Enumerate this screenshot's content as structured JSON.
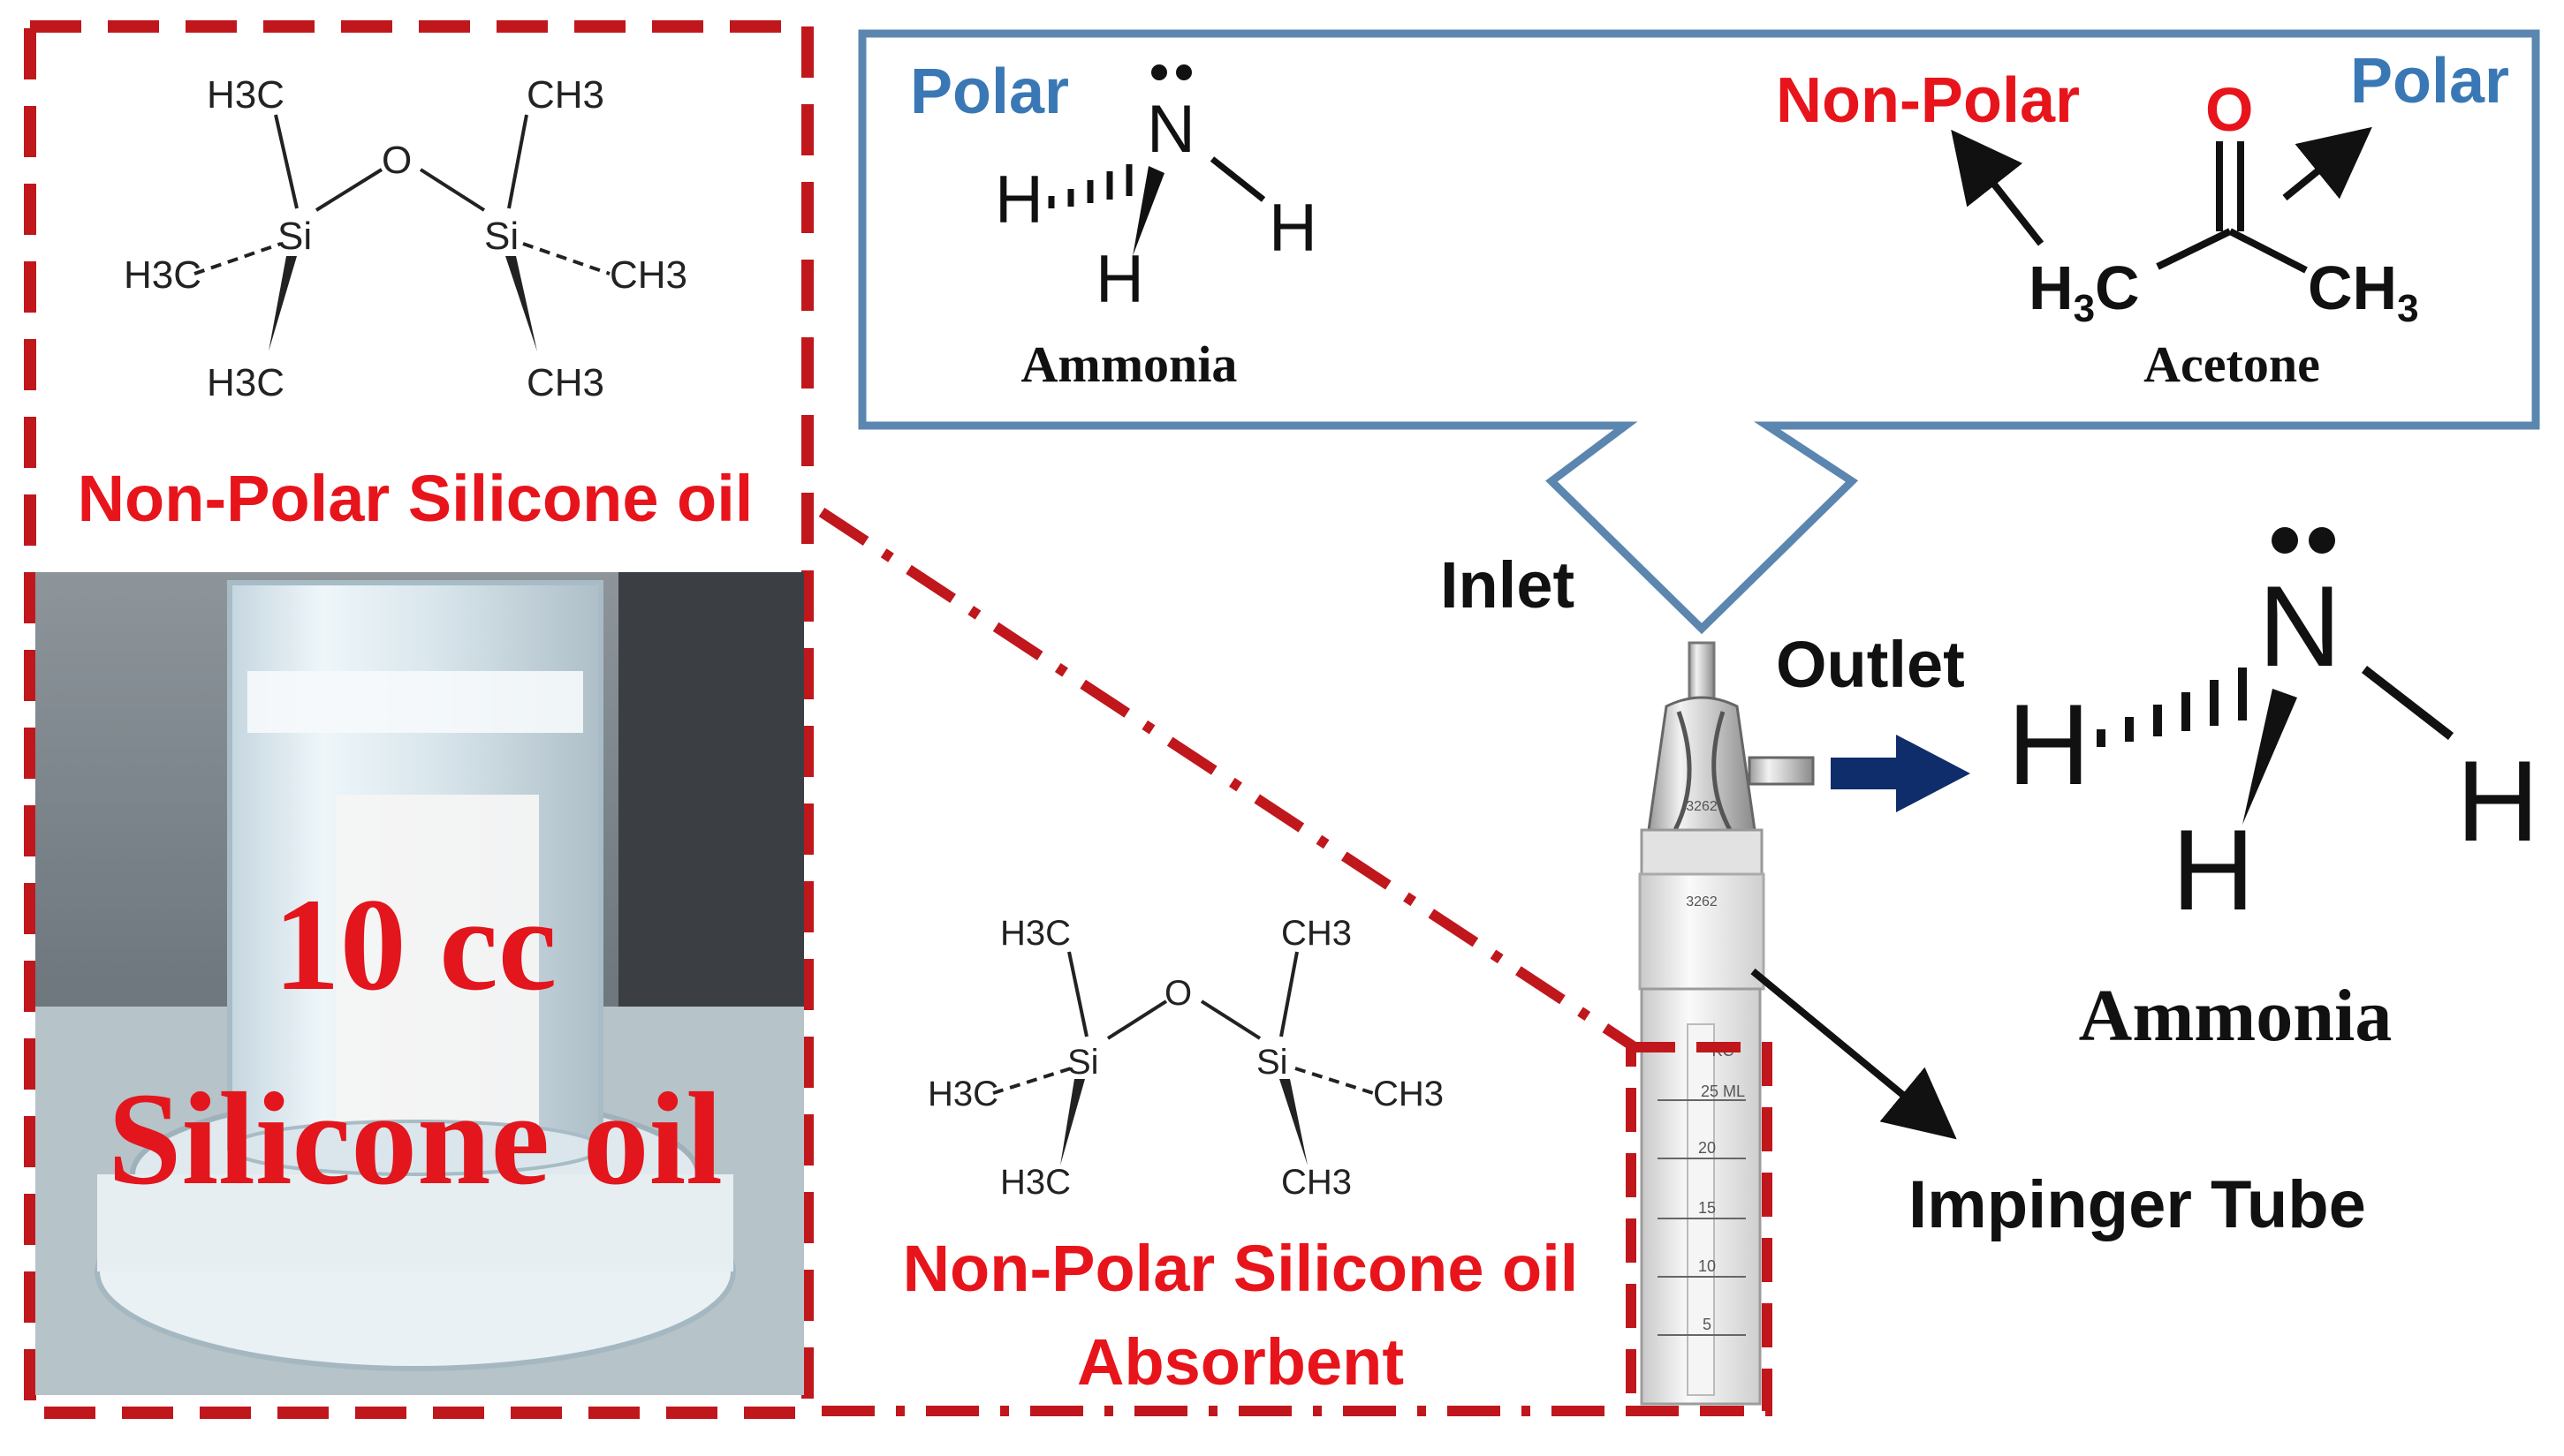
{
  "colors": {
    "red_label": "#e8141b",
    "dashed_border": "#c0171c",
    "blue_label": "#3a78b5",
    "box_border": "#5b86b0",
    "navy_arrow": "#0f2d6b",
    "text": "#111111"
  },
  "top_box": {
    "ammonia": {
      "polarity_label": "Polar",
      "atom_n": "N",
      "atom_h1": "H",
      "atom_h2": "H",
      "atom_h3": "H",
      "name": "Ammonia"
    },
    "acetone": {
      "label_left": "Non-Polar",
      "label_right": "Polar",
      "atom_o": "O",
      "group_left": "H",
      "group_left_sub": "3",
      "group_left_c": "C",
      "group_right": "CH",
      "group_right_sub": "3",
      "name": "Acetone"
    }
  },
  "siloxane_top": {
    "o": "O",
    "si_left": "Si",
    "si_right": "Si",
    "methyl_tl": "H3C",
    "methyl_tr": "CH3",
    "methyl_ml": "H3C",
    "methyl_mr": "CH3",
    "methyl_bl": "H3C",
    "methyl_br": "CH3"
  },
  "left_panel": {
    "title": "Non-Polar Silicone oil",
    "photo_line1": "10 cc",
    "photo_line2": "Silicone oil"
  },
  "siloxane_mid": {
    "o": "O",
    "si_left": "Si",
    "si_right": "Si",
    "methyl_tl": "H3C",
    "methyl_tr": "CH3",
    "methyl_ml": "H3C",
    "methyl_mr": "CH3",
    "methyl_bl": "H3C",
    "methyl_br": "CH3"
  },
  "absorbent": {
    "line1": "Non-Polar Silicone oil",
    "line2": "Absorbent"
  },
  "labels": {
    "inlet": "Inlet",
    "outlet": "Outlet",
    "impinger": "Impinger Tube"
  },
  "tube": {
    "code_upper": "3262",
    "code_lower": "3262",
    "brand": "KC",
    "volume_label": "25 ML",
    "graduations": [
      "20",
      "15",
      "10",
      "5"
    ]
  },
  "outlet_ammonia": {
    "atom_n": "N",
    "atom_h1": "H",
    "atom_h2": "H",
    "atom_h3": "H",
    "name": "Ammonia"
  }
}
